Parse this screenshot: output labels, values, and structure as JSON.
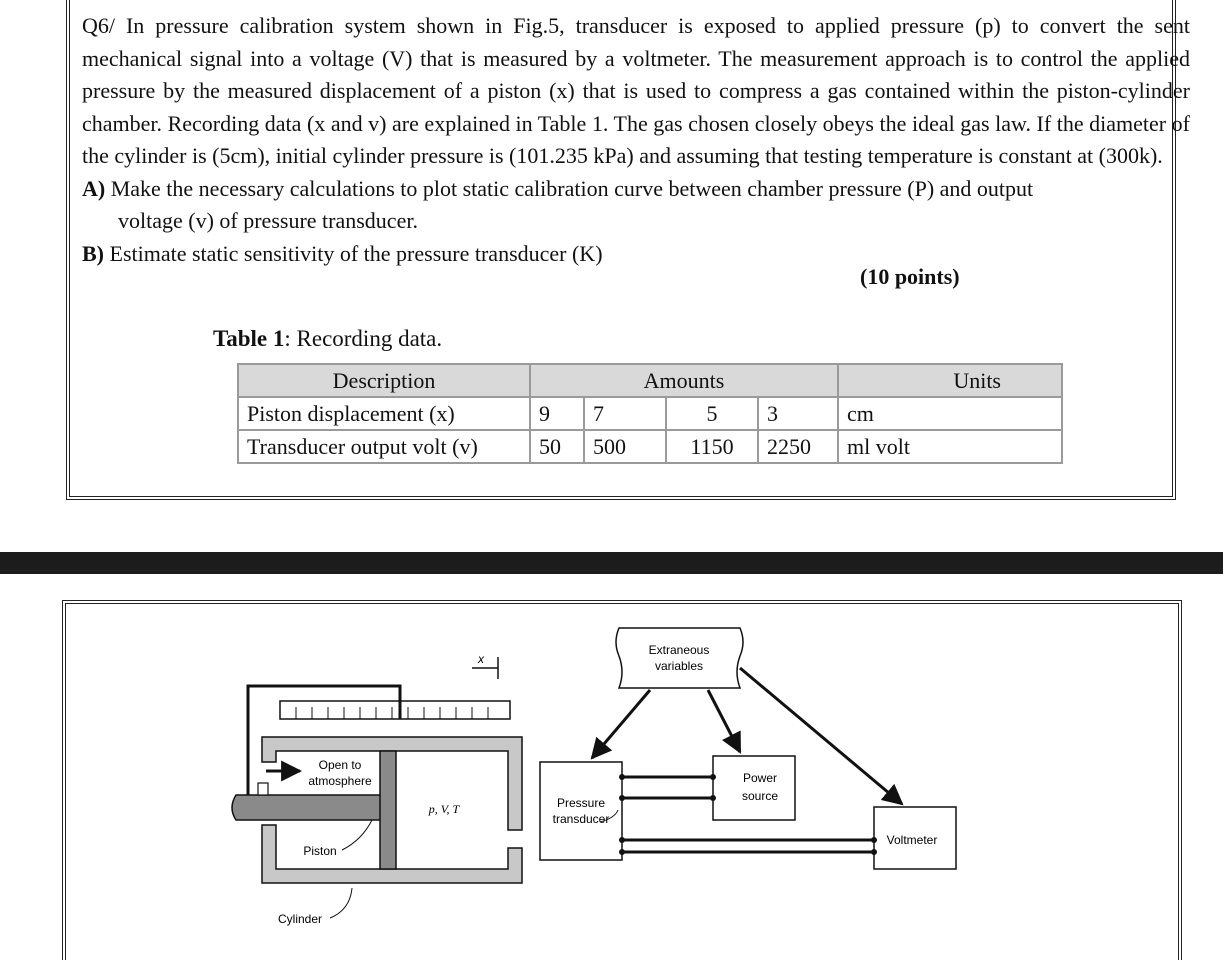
{
  "question": {
    "line1": "Q6/ In pressure calibration system shown in Fig.5, transducer is exposed to applied pressure (p) to convert the sent mechanical signal into a voltage (V) that is measured by a voltmeter. The measurement approach is to control the applied pressure by the measured displacement of a piston (x) that is used to compress a gas contained within the piston-cylinder chamber. Recording data (x and v) are explained  in Table 1. The gas chosen closely obeys the ideal gas law. If the diameter of the cylinder is (5cm), initial cylinder pressure is (101.235 kPa) and assuming that testing temperature is constant at (300k).",
    "part_a_label": "A)",
    "part_a_line1": " Make the necessary calculations to plot static calibration curve between chamber pressure (P) and output",
    "part_a_line2": "voltage (v) of pressure transducer.",
    "part_b_label": "B)",
    "part_b_text": " Estimate static sensitivity of the pressure transducer (K)",
    "points": "(10 points)"
  },
  "table": {
    "caption_bold": "Table 1",
    "caption_rest": ": Recording data.",
    "headers": [
      "Description",
      "Amounts",
      "Units"
    ],
    "rows": [
      {
        "description": "Piston displacement (x)",
        "values": [
          "9",
          "7",
          "5",
          "3"
        ],
        "unit": "cm"
      },
      {
        "description": "Transducer output volt (v)",
        "values": [
          "50",
          "500",
          "1150",
          "2250"
        ],
        "unit": "ml volt"
      }
    ]
  },
  "figure": {
    "x_label": "x",
    "extraneous_line1": "Extraneous",
    "extraneous_line2": "variables",
    "open_line1": "Open to",
    "open_line2": "atmosphere",
    "pvt": "p, V, T",
    "transducer_line1": "Pressure",
    "transducer_line2": "transducer",
    "power_line1": "Power",
    "power_line2": "source",
    "voltmeter": "Voltmeter",
    "piston": "Piston",
    "cylinder": "Cylinder"
  }
}
